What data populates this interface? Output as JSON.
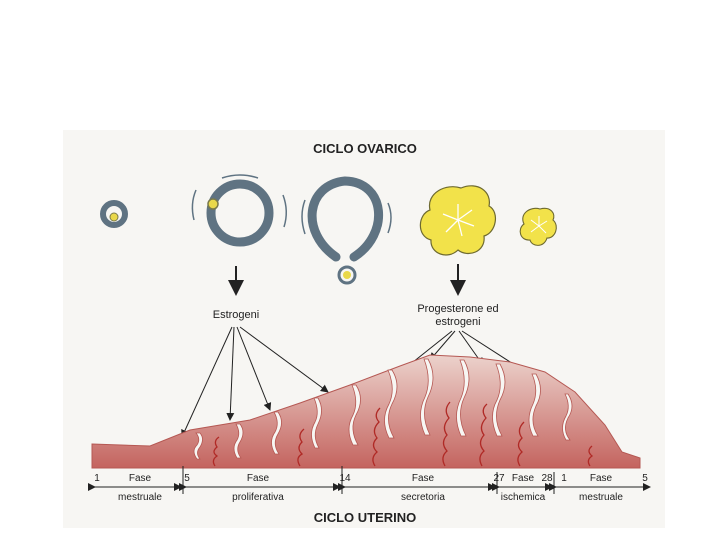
{
  "title_ovarian": "CICLO OVARICO",
  "title_uterine": "CICLO UTERINO",
  "hormone_labels": {
    "estrogens": "Estrogeni",
    "progesterone_line1": "Progesterone ed",
    "progesterone_line2": "estrogeni"
  },
  "phases": [
    {
      "label": "Fase",
      "sublabel": "mestruale"
    },
    {
      "label": "Fase",
      "sublabel": "proliferativa"
    },
    {
      "label": "Fase",
      "sublabel": "secretoria"
    },
    {
      "label": "Fase",
      "sublabel": "ischemica"
    },
    {
      "label": "Fase",
      "sublabel": "mestruale"
    }
  ],
  "day_markers": [
    "1",
    "5",
    "14",
    "27",
    "28",
    "1",
    "5"
  ],
  "colors": {
    "follicle": "#5f7382",
    "corpus_luteum": "#f2e24a",
    "endometrium": "#c86a66",
    "endometrium_light": "#e9c9c3"
  }
}
